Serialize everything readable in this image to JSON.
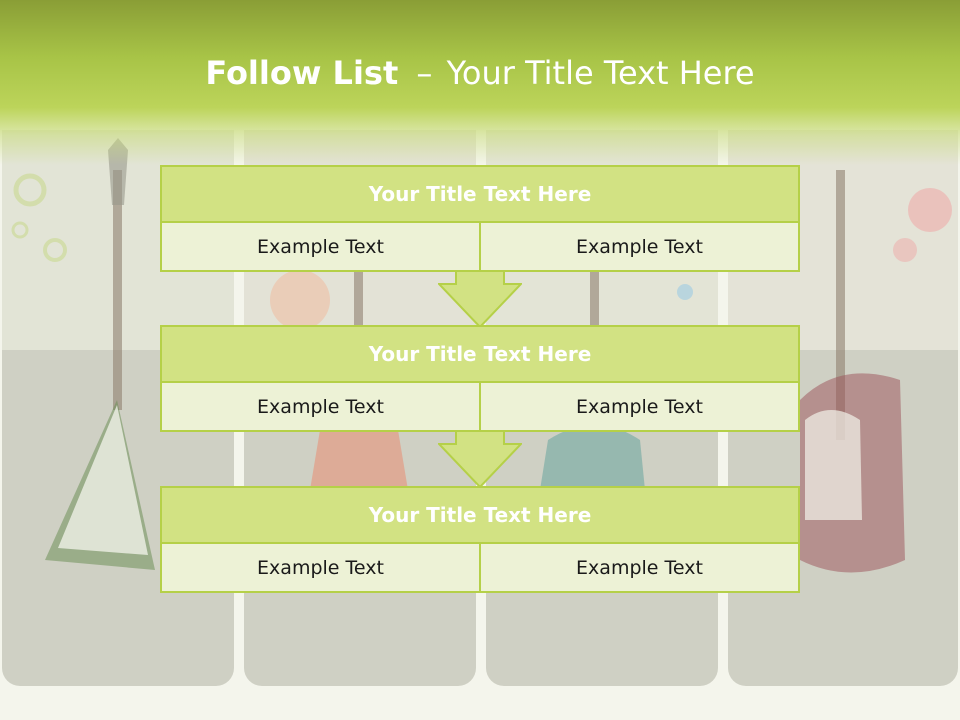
{
  "title": {
    "bold": "Follow List",
    "separator": "–",
    "rest": "Your Title Text Here"
  },
  "blocks": [
    {
      "title": "Your Title Text Here",
      "cells": [
        "Example Text",
        "Example Text"
      ]
    },
    {
      "title": "Your Title Text Here",
      "cells": [
        "Example Text",
        "Example Text"
      ]
    },
    {
      "title": "Your Title Text Here",
      "cells": [
        "Example Text",
        "Example Text"
      ]
    }
  ],
  "colors": {
    "header_green": "#a8c447",
    "block_title_fill": "#d2e283",
    "block_cell_fill": "#edf2d6",
    "border_green": "#b5d048",
    "arrow_fill": "#d2e283"
  }
}
